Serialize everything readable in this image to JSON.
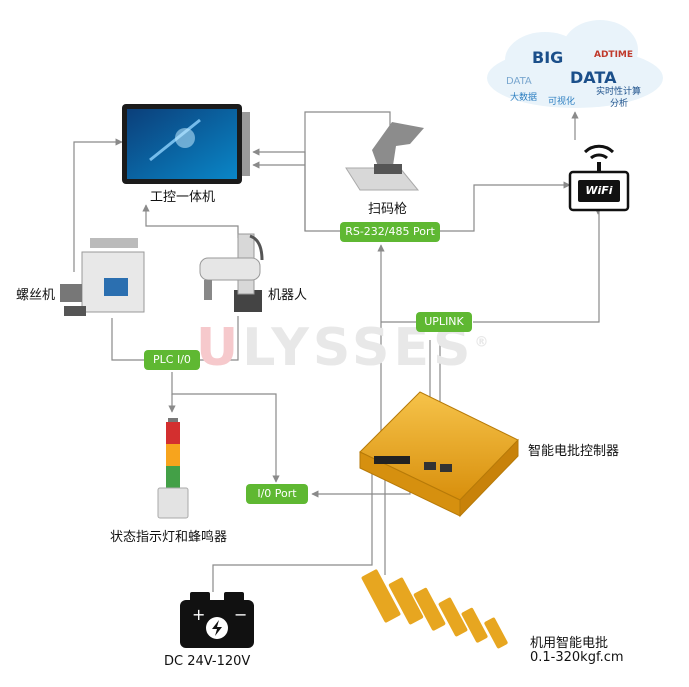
{
  "watermark": {
    "first": "U",
    "rest": "LYSSES",
    "reg": "®"
  },
  "labels": {
    "ipc": "工控一体机",
    "scanner": "扫码枪",
    "screw_machine": "螺丝机",
    "robot": "机器人",
    "controller": "智能电批控制器",
    "indicator": "状态指示灯和蜂鸣器",
    "power": "DC 24V-120V",
    "screwdriver_line1": "机用智能电批",
    "screwdriver_line2": "0.1-320kgf.cm"
  },
  "ports": {
    "rs232": "RS-232/485 Port",
    "uplink": "UPLINK",
    "plc": "PLC I/0",
    "io": "I/0 Port"
  },
  "wifi": {
    "text": "WiFi"
  },
  "cloud": {
    "words": [
      "BIG",
      "DATA",
      "ADTIME",
      "实时性计算",
      "可视化",
      "分析",
      "DATA",
      "大数据"
    ]
  },
  "colors": {
    "port_green": "#5fb832",
    "line": "#8a8a8a",
    "controller": "#e8a317"
  }
}
